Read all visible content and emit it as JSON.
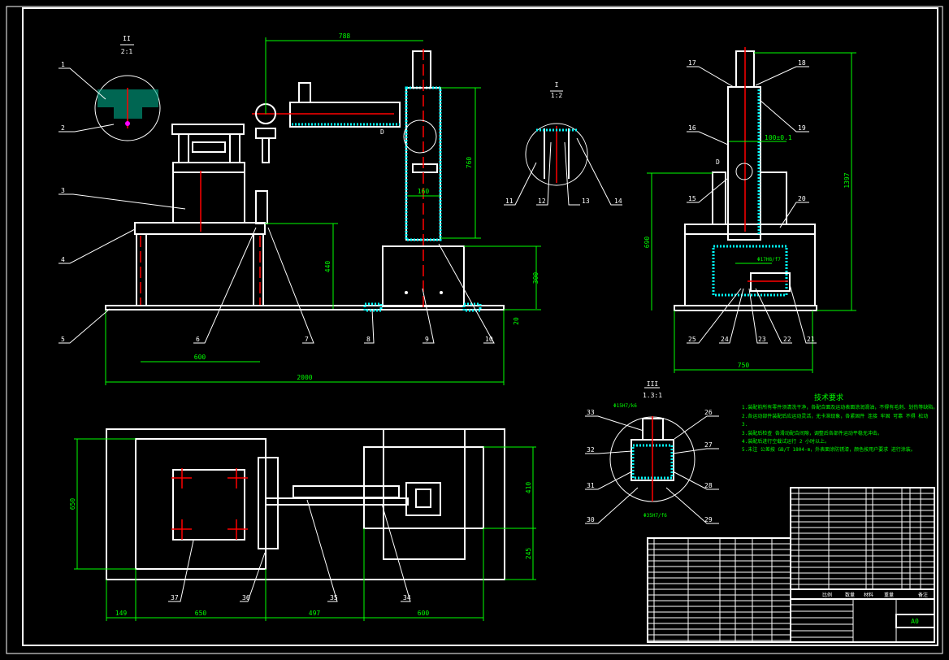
{
  "drawing": {
    "views": {
      "detail_ii": {
        "name": "II",
        "scale": "2:1"
      },
      "detail_i": {
        "name": "I",
        "scale": "1:2"
      },
      "detail_iii": {
        "name": "III",
        "scale": "1.3:1"
      }
    },
    "dimensions": {
      "arm_reach": "788",
      "column_height": "760",
      "column_width": "160",
      "table_height": "440",
      "base_height": "300",
      "plate_thickness": "20",
      "table_span": "600",
      "overall_length": "2000",
      "side_height": "1397",
      "side_table_height": "690",
      "side_width": "750",
      "stroke_tol": "100±0.1",
      "fit_shaft": "Φ17H8/f7",
      "fit_top": "Φ15H7/k6",
      "fit_bottom": "Φ35H7/f6",
      "top_depth": "650",
      "top_right_upper": "410",
      "top_right_lower": "245",
      "top_offset": "149",
      "top_table": "650",
      "top_middle": "497",
      "top_right": "600"
    },
    "part_numbers": [
      "1",
      "2",
      "3",
      "4",
      "5",
      "6",
      "7",
      "8",
      "9",
      "10",
      "11",
      "12",
      "13",
      "14",
      "15",
      "16",
      "17",
      "18",
      "19",
      "20",
      "21",
      "22",
      "23",
      "24",
      "25",
      "26",
      "27",
      "28",
      "29",
      "30",
      "31",
      "32",
      "33",
      "34",
      "35",
      "36",
      "37"
    ],
    "view_markers": {
      "d_marker": "D"
    },
    "tech_requirements": {
      "title": "技术要求",
      "items": [
        "1.装配前所有零件须清洗干净，各配合面及运动表面涂润滑油，不得有毛刺、划伤等缺陷。",
        "2.各运动部件装配后应运动灵活，无卡滞现象，各紧固件 连接 牢固 可靠 不得 松动",
        "3.",
        "3.装配后检查 各滑动配合间隙，调整后各部件运动平稳无冲击。",
        "4.装配后进行空载试运行 2 小时以上。",
        "5.未注 公差按 GB/T 1804-m，外表面涂防锈漆，颜色按用户要求 进行涂装。"
      ]
    },
    "title_block": {
      "label_a": "比例",
      "label_b": "数量",
      "label_c": "材料",
      "label_d": "重量",
      "label_e": "备注",
      "sheet": "A0"
    }
  }
}
